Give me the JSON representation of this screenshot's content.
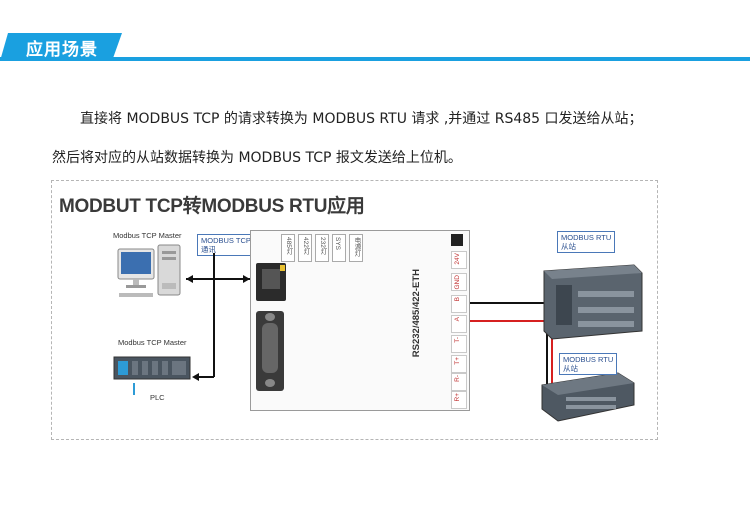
{
  "header": {
    "title": "应用场景"
  },
  "intro": {
    "line1": "直接将 MODBUS TCP 的请求转换为 MODBUS RTU 请求 ,并通过 RS485 口发送给从站；",
    "line2": "然后将对应的从站数据转换为 MODBUS TCP 报文发送给上位机。"
  },
  "figure": {
    "title": "MODBUT TCP转MODBUS RTU应用",
    "masters": [
      {
        "label": "Modbus TCP Master",
        "icon": "pc-icon"
      },
      {
        "label": "Modbus TCP Master",
        "icon": "plc-icon",
        "sub": "PLC"
      }
    ],
    "callout_tcp": {
      "line1": "MODBUS TCP",
      "line2": "通讯"
    },
    "device": {
      "model": "RS232/485/422-ETH",
      "indicators": [
        "485灯",
        "422灯",
        "232灯",
        "SYS",
        "电源灯"
      ],
      "terminals": [
        "24V",
        "GND",
        "B",
        "A",
        "T-",
        "T+",
        "R-",
        "R+"
      ]
    },
    "slaves": [
      {
        "line1": "MODBUS RTU",
        "line2": "从站"
      },
      {
        "line1": "MODBUS RTU",
        "line2": "从站"
      }
    ],
    "colors": {
      "accent": "#1aa0e0",
      "wire_red": "#d62020",
      "wire_black": "#111111",
      "callout_border": "#4a78b8"
    }
  }
}
